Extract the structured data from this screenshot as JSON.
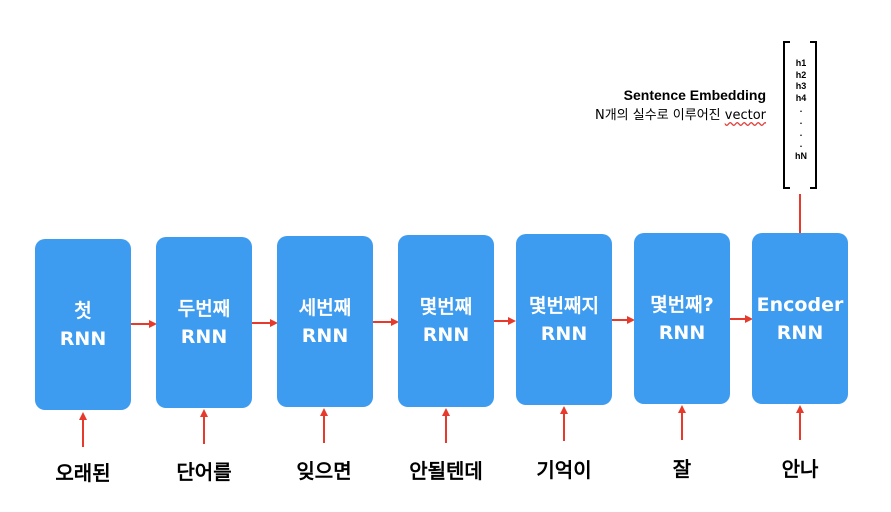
{
  "rnn_cells": [
    {
      "line1": "첫",
      "line2": "RNN"
    },
    {
      "line1": "두번째",
      "line2": "RNN"
    },
    {
      "line1": "세번째",
      "line2": "RNN"
    },
    {
      "line1": "몇번째",
      "line2": "RNN"
    },
    {
      "line1": "몇번째지",
      "line2": "RNN"
    },
    {
      "line1": "몇번째?",
      "line2": "RNN"
    },
    {
      "line1": "Encoder",
      "line2": "RNN"
    }
  ],
  "input_words": [
    "오래된",
    "단어를",
    "잊으면",
    "안될텐데",
    "기억이",
    "잘",
    "안나"
  ],
  "embedding": {
    "title": "Sentence Embedding",
    "subtitle_prefix": "N개의 실수로 이루어진 ",
    "subtitle_vector": "vector",
    "vector_items": [
      "h1",
      "h2",
      "h3",
      "h4",
      ".",
      ".",
      ".",
      ".",
      "hN"
    ]
  },
  "colors": {
    "box": "#3d9bf0",
    "arrow": "#e53a2c",
    "bracket": "#000000"
  }
}
